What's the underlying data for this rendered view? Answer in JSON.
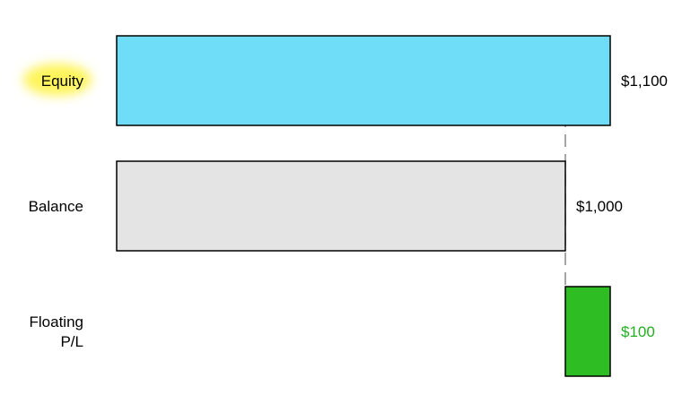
{
  "chart_data": {
    "type": "bar",
    "orientation": "horizontal",
    "layout": "waterfall",
    "categories": [
      [
        "Equity"
      ],
      [
        "Balance"
      ],
      [
        "Floating",
        "P/L"
      ]
    ],
    "values": [
      1100,
      1000,
      100
    ],
    "offsets": [
      0,
      0,
      1000
    ],
    "value_labels": [
      "$1,100",
      "$1,000",
      "$100"
    ],
    "colors": [
      "#6fdcf8",
      "#e4e4e4",
      "#2ebd22"
    ],
    "value_label_colors": [
      "#000000",
      "#000000",
      "#22b020"
    ],
    "highlighted_category": "Equity",
    "highlight_color": "#fff45a",
    "reference_line": {
      "value": 1000,
      "style": "dashed",
      "color": "#888888"
    },
    "xlim": [
      0,
      1100
    ],
    "grid": false,
    "legend": "none"
  }
}
